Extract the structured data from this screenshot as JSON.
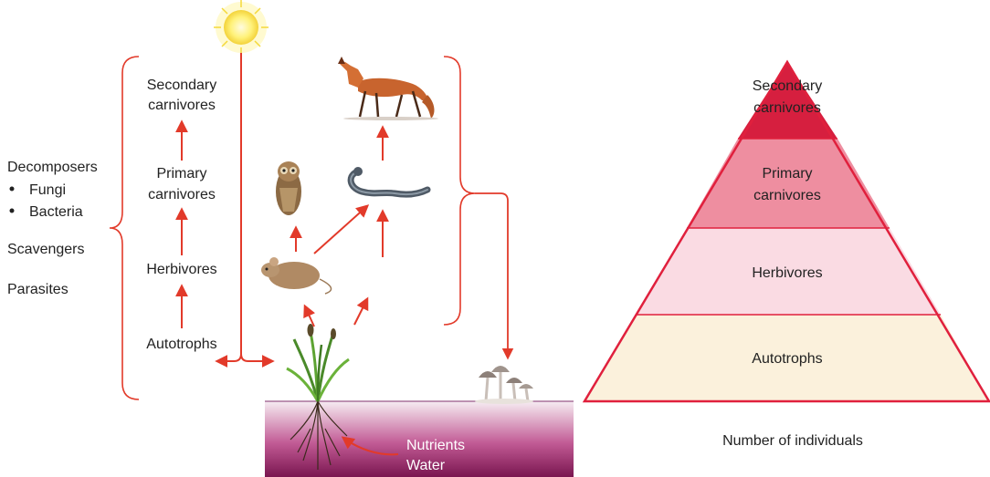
{
  "decomposers": {
    "title": "Decomposers",
    "items": [
      "Fungi",
      "Bacteria"
    ],
    "scavengers": "Scavengers",
    "parasites": "Parasites"
  },
  "chain_levels": {
    "secondary_line1": "Secondary",
    "secondary_line2": "carnivores",
    "primary_line1": "Primary",
    "primary_line2": "carnivores",
    "herbivores": "Herbivores",
    "autotrophs": "Autotrophs"
  },
  "soil": {
    "nutrients": "Nutrients",
    "water": "Water"
  },
  "pyramid": {
    "levels": [
      {
        "line1": "Secondary",
        "line2": "carnivores",
        "color": "#d61f3f"
      },
      {
        "line1": "Primary",
        "line2": "carnivores",
        "color": "#ee8ea0"
      },
      {
        "line1": "Herbivores",
        "line2": "",
        "color": "#fadbe3"
      },
      {
        "line1": "Autotrophs",
        "line2": "",
        "color": "#fbf1dc"
      }
    ],
    "outline_color": "#e0203d",
    "caption": "Number of individuals"
  },
  "colors": {
    "arrow": "#e23a2a",
    "bracket": "#e23a2a",
    "sun": "#ffe45c",
    "soil_top": "#f4e8ee",
    "soil_bottom": "#7a1650"
  }
}
